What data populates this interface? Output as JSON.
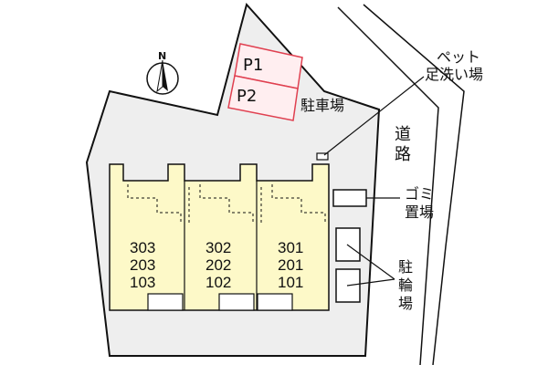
{
  "labels": {
    "parking": "駐車場",
    "pet_line1": "ペット",
    "pet_line2": "足洗い場",
    "road_1": "道",
    "road_2": "路",
    "garbage_line1": "ゴミ",
    "garbage_line2": "置場",
    "bike_1": "駐",
    "bike_2": "輪",
    "bike_3": "場"
  },
  "parking_spaces": [
    "P1",
    "P2"
  ],
  "units": {
    "col1": [
      "303",
      "203",
      "103"
    ],
    "col2": [
      "302",
      "202",
      "102"
    ],
    "col3": [
      "301",
      "201",
      "101"
    ]
  },
  "compass": {
    "north": "N"
  },
  "colors": {
    "building_fill": "#fdf9c8",
    "parking_stroke": "#e04050",
    "parking_fill": "#ffeef0",
    "site_fill": "#eeeeee"
  }
}
